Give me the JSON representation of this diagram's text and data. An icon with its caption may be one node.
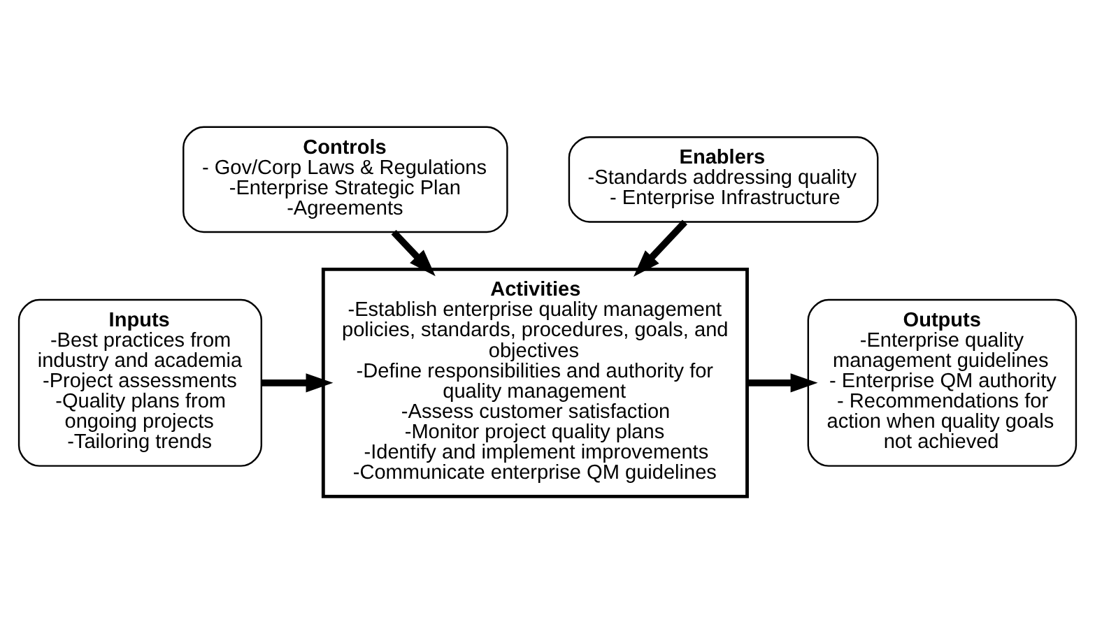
{
  "diagram": {
    "nodes": [
      {
        "text": [
          "Controls",
          "- Gov/Corp Laws & Regulations",
          "-Enterprise Strategic Plan",
          "-Agreements"
        ]
      },
      {
        "text": [
          "Inputs",
          "-Best practices from industry and academia",
          "-Project assessments",
          "-Quality plans from ongoing projects",
          "-Tailoring trends"
        ]
      },
      {
        "text": [
          "Activities",
          "-Establish enterprise quality management policies, standards, procedures, goals, and objectives",
          "-Define responsibilities and authority for quality management",
          "-Assess customer satisfaction",
          "-Monitor project quality plans",
          "-Identify and implement improvements",
          "-Communicate enterprise QM guidelines"
        ]
      },
      {
        "text": [
          "Outputs",
          "-Enterprise quality management guidelines",
          "- Enterprise QM authority",
          "- Recommendations for action when quality goals not achieved"
        ]
      },
      {
        "text": [
          "Enablers",
          "-Standards addressing quality",
          "- Enterprise Infrastructure"
        ]
      }
    ],
    "edges": [
      {
        "from": 0,
        "to": 2,
        "arrow": "to"
      },
      {
        "from": 1,
        "to": 2,
        "arrow": "to"
      },
      {
        "from": 2,
        "to": 3,
        "arrow": "to"
      },
      {
        "from": 4,
        "to": 2,
        "arrow": "to"
      }
    ]
  }
}
